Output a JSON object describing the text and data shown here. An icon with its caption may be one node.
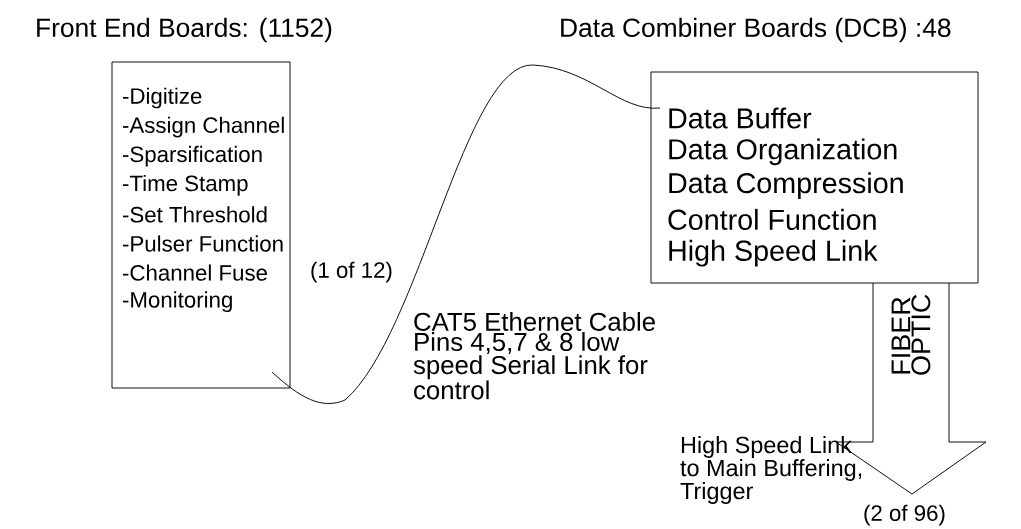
{
  "diagram": {
    "nodes": [
      {
        "text": [
          "Front End Boards: (1152)",
          "-Digitize",
          "-Assign Channel",
          "-Sparsification",
          "-Time Stamp",
          "-Set Threshold",
          "-Pulser Function",
          "-Channel Fuse",
          "-Monitoring"
        ]
      },
      {
        "text": [
          "Data Combiner Boards (DCB) :48",
          "Data Buffer",
          "Data Organization",
          "Data Compression",
          "Control Function",
          "High Speed Link"
        ]
      },
      {
        "text": [
          "FIBER OPTIC"
        ],
        "beside": [
          "High Speed Link to Main Buffering, Trigger",
          "(2 of 96)"
        ]
      }
    ],
    "edges": [
      {
        "from": 0,
        "to": 1,
        "arrow": "none",
        "label": "CAT5 Ethernet Cable Pins 4,5,7 & 8 low speed Serial Link for control"
      }
    ],
    "labels": [
      "(1 of 12)"
    ]
  }
}
